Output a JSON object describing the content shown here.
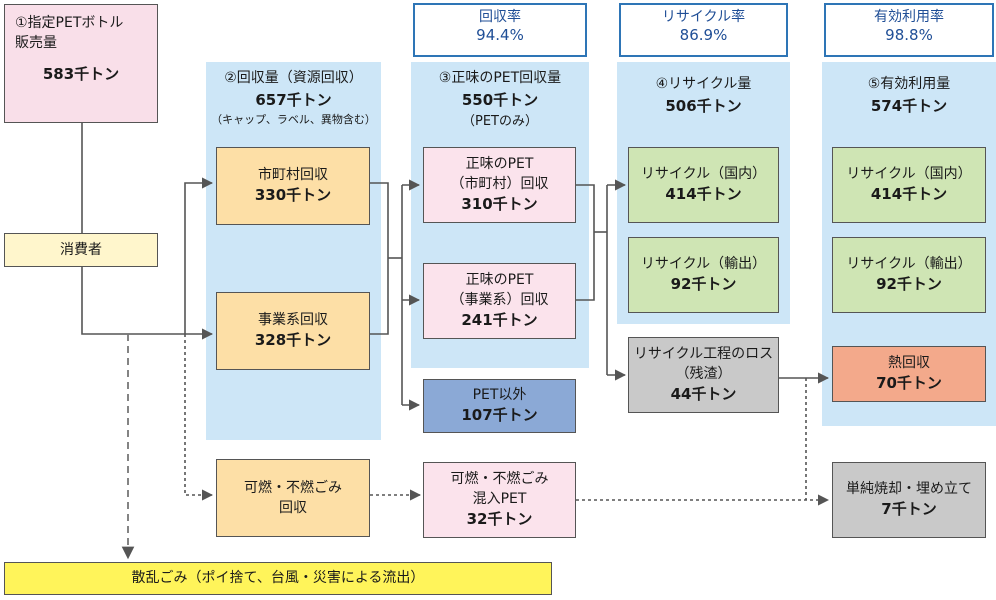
{
  "sales": {
    "title": "①指定PETボトル\n販売量",
    "value": "583千トン"
  },
  "consumer": "消費者",
  "collection": {
    "title": "②回収量（資源回収）",
    "value": "657千トン",
    "note": "（キャップ、ラベル、異物含む）"
  },
  "municipal": {
    "label": "市町村回収",
    "value": "330千トン"
  },
  "business": {
    "label": "事業系回収",
    "value": "328千トン"
  },
  "burnable_collection": {
    "label": "可燃・不燃ごみ\n回収"
  },
  "net_pet": {
    "title": "③正味のPET回収量",
    "value": "550千トン",
    "note": "（PETのみ）"
  },
  "net_municipal": {
    "label": "正味のPET\n（市町村）回収",
    "value": "310千トン"
  },
  "net_business": {
    "label": "正味のPET\n（事業系）回収",
    "value": "241千トン"
  },
  "non_pet": {
    "label": "PET以外",
    "value": "107千トン"
  },
  "burnable_pet": {
    "label": "可燃・不燃ごみ\n混入PET",
    "value": "32千トン"
  },
  "recycle": {
    "title": "④リサイクル量",
    "value": "506千トン"
  },
  "rec_domestic": {
    "label": "リサイクル（国内）",
    "value": "414千トン"
  },
  "rec_export": {
    "label": "リサイクル（輸出）",
    "value": "92千トン"
  },
  "rec_loss": {
    "label": "リサイクル工程のロス\n（残渣）",
    "value": "44千トン"
  },
  "effective": {
    "title": "⑤有効利用量",
    "value": "574千トン"
  },
  "eff_domestic": {
    "label": "リサイクル（国内）",
    "value": "414千トン"
  },
  "eff_export": {
    "label": "リサイクル（輸出）",
    "value": "92千トン"
  },
  "heat_recovery": {
    "label": "熱回収",
    "value": "70千トン"
  },
  "incineration": {
    "label": "単純焼却・埋め立て",
    "value": "7千トン"
  },
  "rates": {
    "collection": {
      "label": "回収率",
      "value": "94.4%"
    },
    "recycle": {
      "label": "リサイクル率",
      "value": "86.9%"
    },
    "effective": {
      "label": "有効利用率",
      "value": "98.8%"
    }
  },
  "litter": "散乱ごみ（ポイ捨て、台風・災害による流出）",
  "colors": {
    "panel": "#cde6f7",
    "rate_border": "#2e75b6",
    "rate_text": "#1f4e96"
  }
}
